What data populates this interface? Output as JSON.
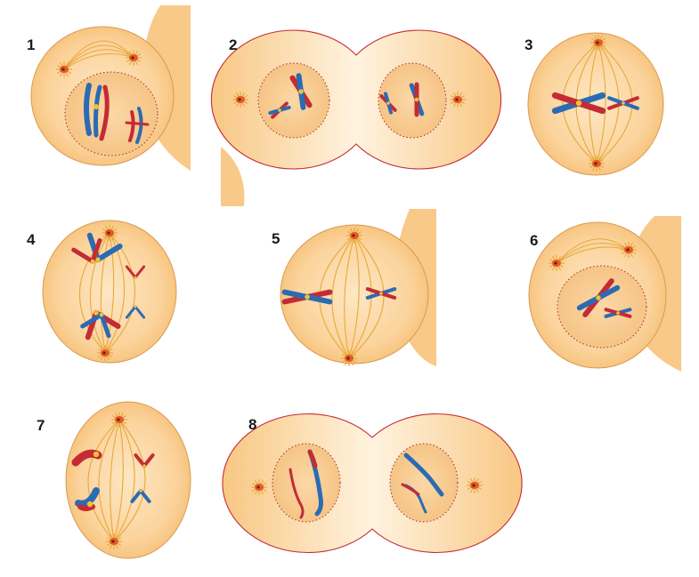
{
  "figure": {
    "panels": [
      {
        "label": "1",
        "stage": "prophase",
        "cell": "single",
        "nucleus": true
      },
      {
        "label": "2",
        "stage": "telophase",
        "cell": "dividing",
        "nucleus": true
      },
      {
        "label": "3",
        "stage": "metaphase",
        "cell": "single",
        "nucleus": false
      },
      {
        "label": "4",
        "stage": "anaphase",
        "cell": "single",
        "nucleus": false
      },
      {
        "label": "5",
        "stage": "metaphase",
        "cell": "single",
        "nucleus": false
      },
      {
        "label": "6",
        "stage": "prophase",
        "cell": "single",
        "nucleus": true
      },
      {
        "label": "7",
        "stage": "anaphase",
        "cell": "single",
        "nucleus": false
      },
      {
        "label": "8",
        "stage": "telophase",
        "cell": "dividing",
        "nucleus": true
      }
    ],
    "colors": {
      "cytoplasm_light": "#fde7c3",
      "cytoplasm_dark": "#f6bf74",
      "cell_outline": "#d99a52",
      "divide_outline": "#c42b35",
      "nucleus_fill": "#f8cf98",
      "nucleus_border": "#a03030",
      "spindle": "#e7a93a",
      "chromatid_blue": "#2b6bb3",
      "chromatid_red": "#c42b35",
      "centromere": "#f2c230",
      "centrosome": "#e35a2a",
      "neighbor_cell": "#f9c989"
    }
  }
}
